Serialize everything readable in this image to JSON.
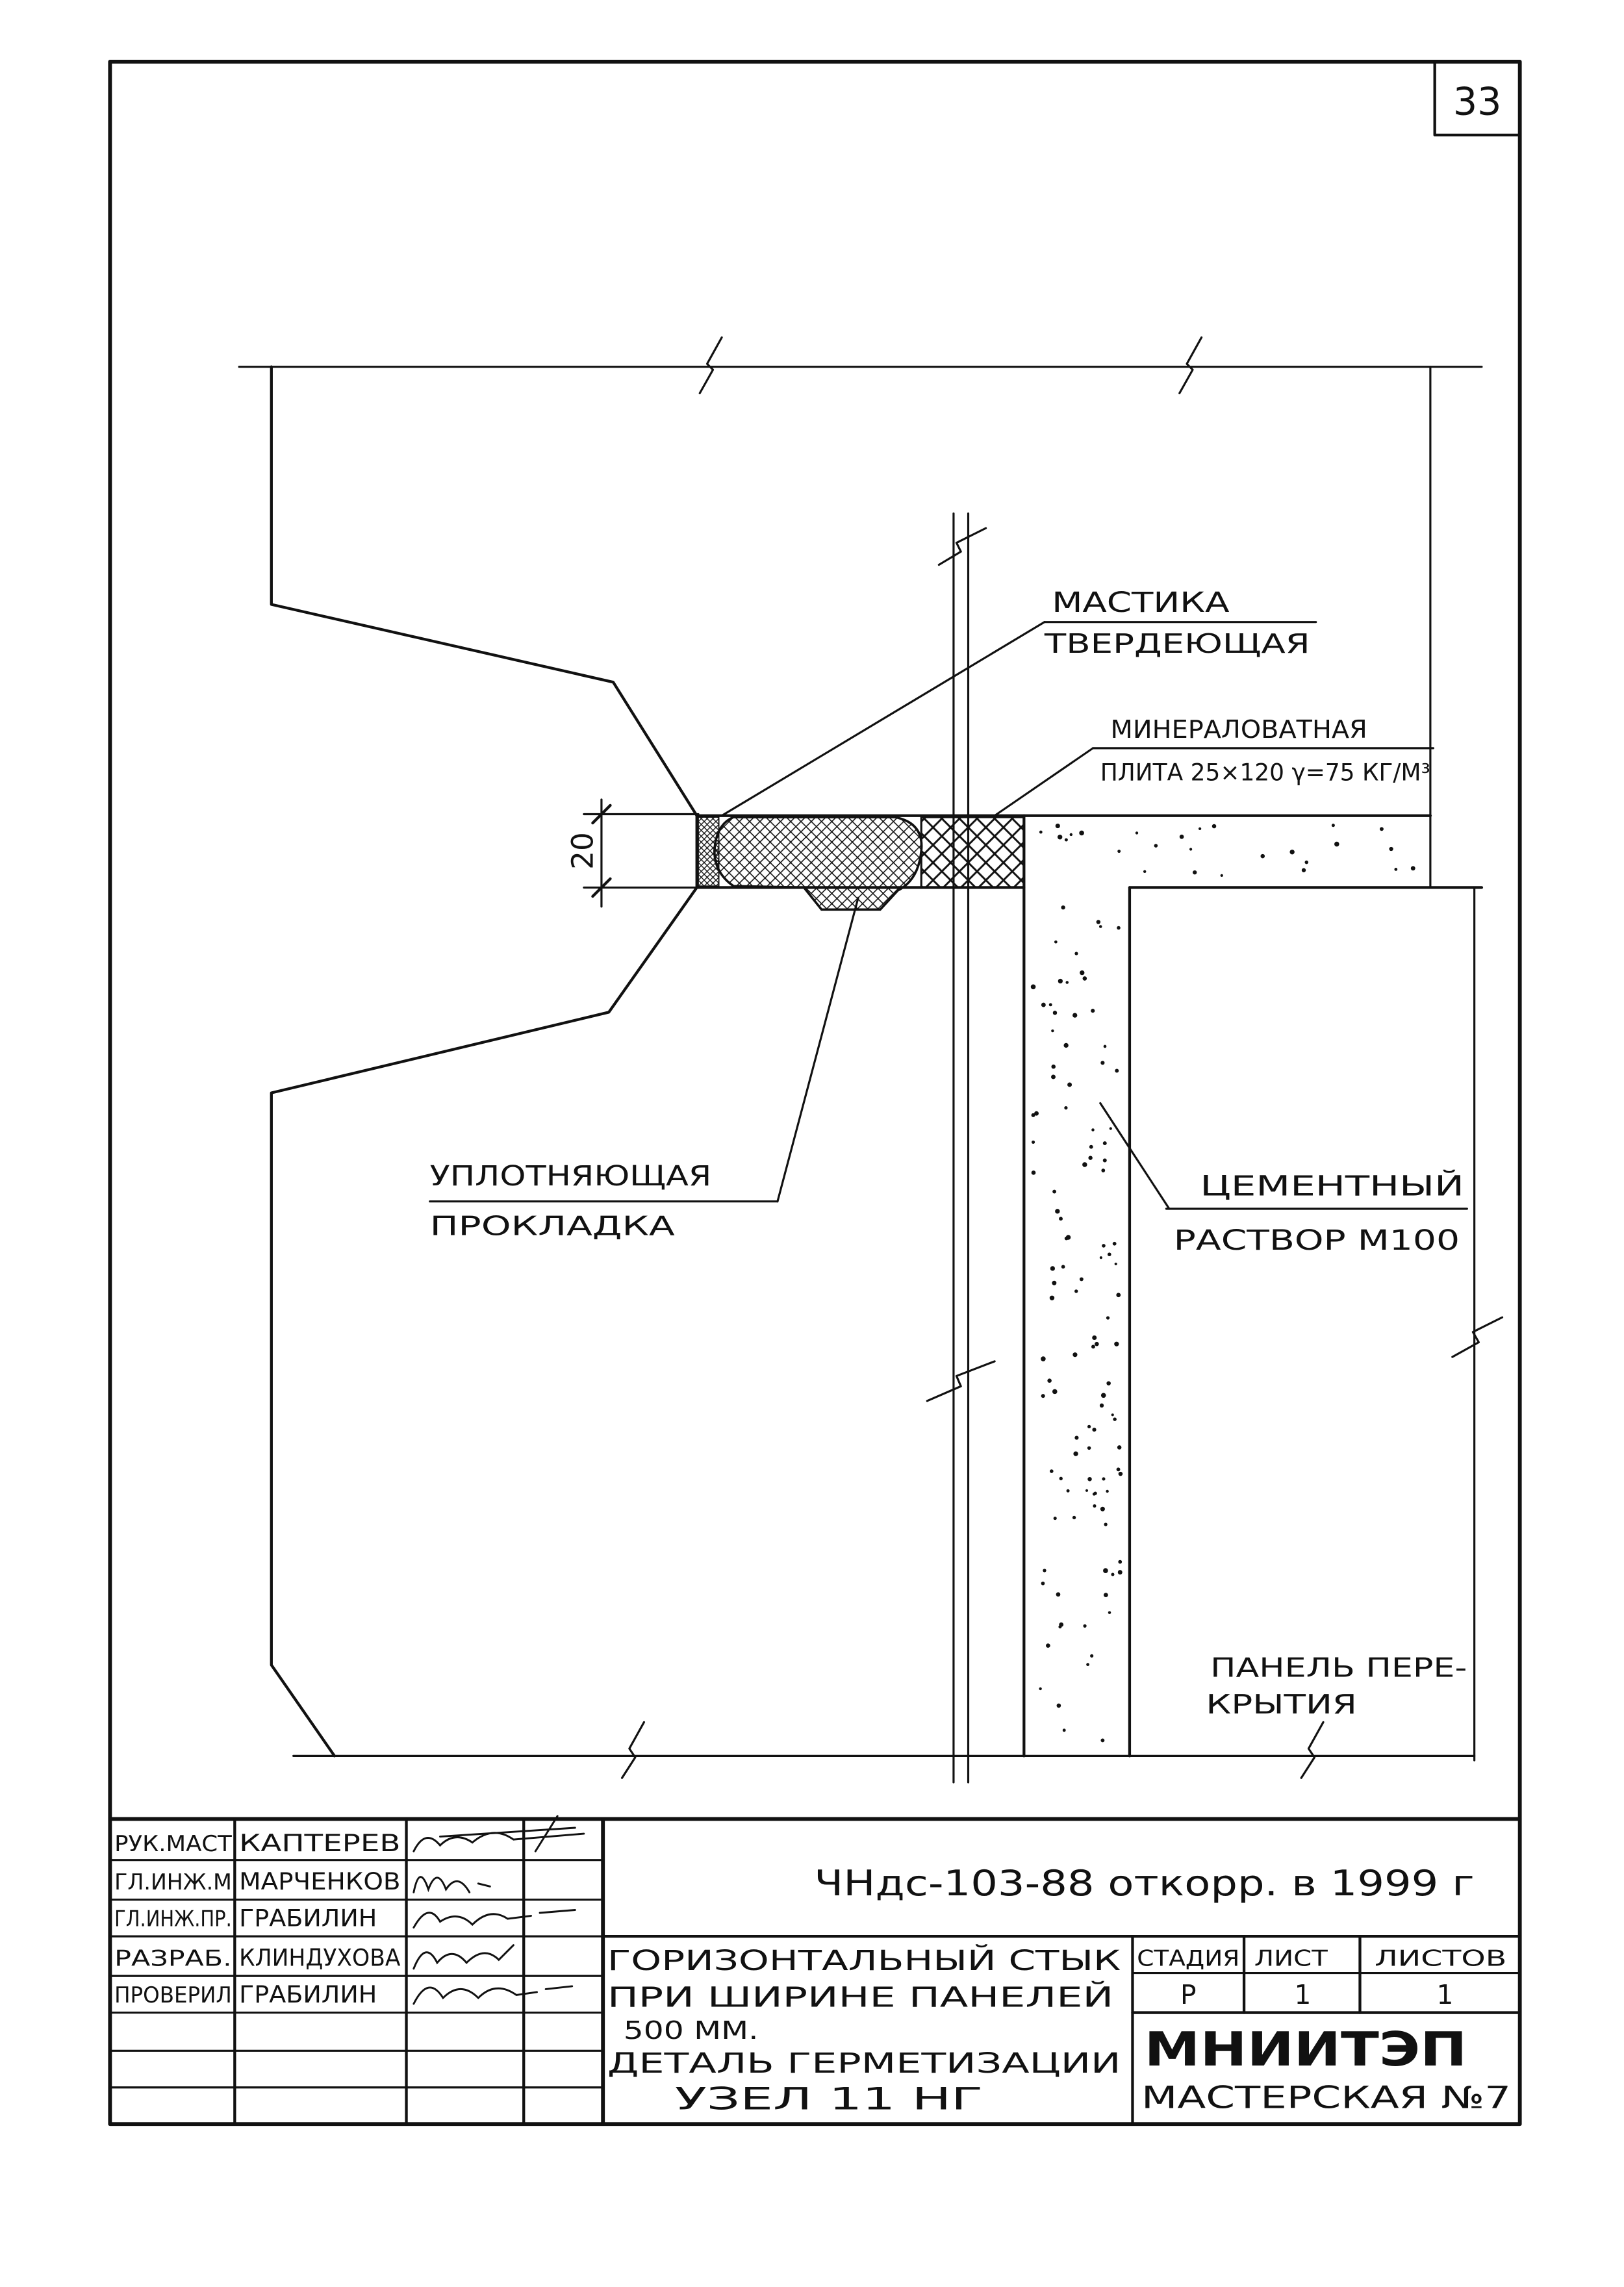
{
  "sheet_number": "33",
  "labels": {
    "mastic": [
      "МАСТИКА",
      "ТВЕРДЕЮЩАЯ"
    ],
    "mineral_wool": [
      "МИНЕРАЛОВАТНАЯ",
      "ПЛИТА 25×120 γ=75 КГ/М³"
    ],
    "gasket": [
      "УПЛОТНЯЮЩАЯ",
      "ПРОКЛАДКА"
    ],
    "mortar": [
      "ЦЕМЕНТНЫЙ",
      "РАСТВОР М100"
    ],
    "floor_panel": [
      "ПАНЕЛЬ ПЕРЕ-",
      "КРЫТИЯ"
    ],
    "dimension": "20"
  },
  "title_block": {
    "designation": "ЧНдс-103-88 откорр. в 1999 г",
    "roles": [
      {
        "role": "РУК.МАСТ",
        "name": "КАПТЕРЕВ"
      },
      {
        "role": "ГЛ.ИНЖ.М",
        "name": "МАРЧЕНКОВ"
      },
      {
        "role": "ГЛ.ИНЖ.ПР.",
        "name": "ГРАБИЛИН"
      },
      {
        "role": "РАЗРАБ.",
        "name": "КЛИНДУХОВА"
      },
      {
        "role": "ПРОВЕРИЛ",
        "name": "ГРАБИЛИН"
      }
    ],
    "title_lines": [
      "ГОРИЗОНТАЛЬНЫЙ СТЫК",
      "ПРИ ШИРИНЕ ПАНЕЛЕЙ",
      "500 ММ.",
      "ДЕТАЛЬ ГЕРМЕТИЗАЦИИ",
      "УЗЕЛ 11 НГ"
    ],
    "stage_header": "СТАДИЯ",
    "sheet_header": "ЛИСТ",
    "sheets_header": "ЛИСТОВ",
    "stage": "Р",
    "sheet": "1",
    "sheets": "1",
    "organization": "МНИИТЭП",
    "department": "МАСТЕРСКАЯ №7"
  },
  "colors": {
    "ink": "#111111",
    "paper": "#ffffff"
  }
}
